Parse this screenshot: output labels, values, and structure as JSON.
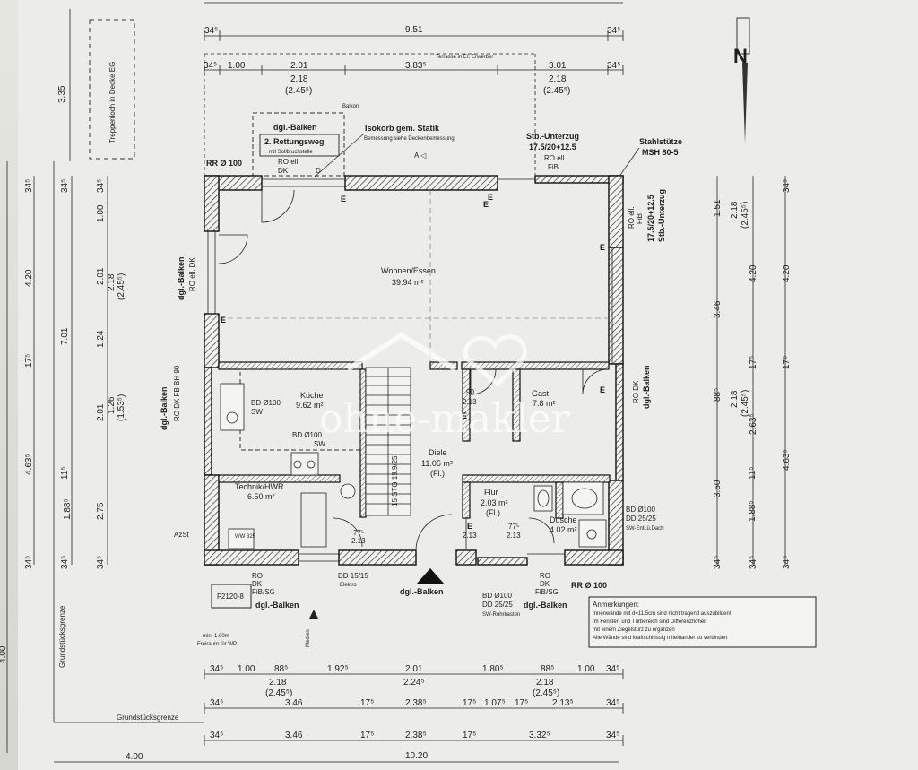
{
  "watermark": "ohne-makler",
  "north": {
    "label": "N"
  },
  "top_dims": {
    "overall": {
      "left": "34⁵",
      "mid": "9.51",
      "right": "34⁵"
    },
    "row2": [
      "34⁵",
      "1.00",
      "2.01",
      "3.83⁵",
      "3.01",
      "34⁵"
    ],
    "openings": [
      {
        "w": "2.18",
        "h": "(2.45⁵)"
      },
      {
        "w": "2.18",
        "h": "(2.45⁵)"
      }
    ],
    "terrace": "Terrasse in EI. Erwerber"
  },
  "rooms": {
    "wohnen": {
      "name": "Wohnen/Essen",
      "area": "39.94 m²"
    },
    "kueche": {
      "name": "Küche",
      "area": "9.62 m²"
    },
    "gast": {
      "name": "Gast",
      "area": "7.8 m²"
    },
    "diele": {
      "name": "Diele",
      "area": "11.05 m²",
      "fl": "(Fl.)"
    },
    "technik": {
      "name": "Technik/HWR",
      "area": "6.50 m²"
    },
    "flur": {
      "name": "Flur",
      "area": "2.03 m²",
      "fl": "(Fl.)"
    },
    "dusche": {
      "name": "Dusche",
      "area": "4.02 m²"
    }
  },
  "labels": {
    "balkon_box": {
      "title": "dgl.-Balken",
      "sub": "2. Rettungsweg",
      "note": "mit Sollbruchstelle",
      "roet": "RO ell.",
      "dk": "DK",
      "d": "D",
      "balkon": "Balkon"
    },
    "isokorb": {
      "title": "Isokorb gem. Statik",
      "sub": "Bemessung siehe Deckenbemessung"
    },
    "unterzug_top": {
      "title": "Stb.-Unterzug",
      "size": "17.5/20+12.5",
      "ro": "RO ell.",
      "fb": "FiB"
    },
    "stahl": {
      "title": "Stahlstütze",
      "size": "MSH 80-5"
    },
    "unterzug_right": {
      "title": "Stb.-Unterzug",
      "size": "17.5/20+12.5",
      "ro": "RO ell.",
      "fb": "FiB"
    },
    "rr_top": "RR Ø 100",
    "rr_bottom": "RR Ø 100",
    "left_balken1": "dgl.-Balken",
    "left_balken1_sub": "RO ell. DK",
    "left_balken2": "dgl.-Balken",
    "left_balken2_sub": "RO DK FB BH 90",
    "right_balken": "dgl.-Balken",
    "right_balken_sub": "RO DK",
    "bd_kueche1": "BD Ø100",
    "bd_kueche1_sw": "SW",
    "bd_kueche2": "BD Ø100",
    "bd_kueche2_sw": "SW",
    "bd_right": "BD Ø100",
    "dd_right": "DD 25/25",
    "sw_right": "SW-Entl.ü.Dach",
    "bd_bottom": "BD Ø100",
    "dd_bottom": "DD 25/25",
    "sw_bottom": "SW-Rohrkasten",
    "dd15": "DD 15/15",
    "elektro": "Elektro",
    "ro_bottom1": "RO",
    "dk_bottom1": "DK",
    "fibsg1": "FiB/SG",
    "ro_bottom2": "RO",
    "dk_bottom2": "DK",
    "fibsg2": "FiB/SG",
    "dgl_balken_bottom1": "dgl.-Balken",
    "dgl_balken_bottom2": "dgl.-Balken",
    "dgl_balken_bottom3": "dgl.-Balken",
    "f2120": "F2120-8",
    "azst": "AzSt",
    "wp_note": "min. 1.00m",
    "wp_note2": "Freiraum für WP",
    "medien": "Medien",
    "stairs": "15 STG 19.9/25",
    "treppenloch": "Treppenloch in Decke EG",
    "ww": "WW 325",
    "door_90": "90",
    "door_213": "2.13",
    "door_77a": "77⁵",
    "door_77a_h": "2.13",
    "door_77b": "77⁵",
    "door_77b_h": "2.13",
    "door_bottom_h": "2.13"
  },
  "notes": {
    "title": "Anmerkungen:",
    "lines": [
      "Innenwände mit d=11,5cm sind nicht tragend auszubilden!",
      "Im Fenster- und Türbereich sind Differenzhöhen",
      "mit einem Ziegelsturz zu ergänzen",
      "Alle Wände sind kraftschlüssig miteinander zu verbinden"
    ]
  },
  "left_dims": {
    "outer": [
      "3.35",
      "4.20",
      "7.01",
      "4.63⁵",
      "4.00"
    ],
    "inner": [
      "34⁵",
      "1.00",
      "2.01",
      "1.24",
      "2.01",
      "1.88⁵",
      "2.75",
      "34⁵",
      "17⁵",
      "11⁵"
    ],
    "win": [
      "2.18",
      "(2.45⁵)",
      "1.26",
      "(1.53⁵)"
    ]
  },
  "right_dims": {
    "a": [
      "1.51",
      "3.46",
      "88⁵",
      "3.50",
      "1.88⁵",
      "34⁵",
      "11⁵"
    ],
    "b": [
      "2.18",
      "(2.45⁵)",
      "4.20",
      "2.18",
      "(2.45⁵)",
      "2.63⁵",
      "34⁵",
      "17⁵"
    ],
    "c": [
      "34⁵",
      "4.20",
      "17⁵",
      "4.63⁵",
      "34⁵"
    ]
  },
  "bottom_dims": {
    "row1": [
      "34⁵",
      "1.00",
      "88⁵",
      "1.92⁵",
      "2.01",
      "1.80⁵",
      "88⁵",
      "1.00",
      "34⁵"
    ],
    "row1_h": [
      {
        "w": "2.18",
        "h": "(2.45⁵)"
      },
      {
        "w": "2.24⁵",
        "h": ""
      },
      {
        "w": "2.18",
        "h": "(2.45⁵)"
      }
    ],
    "row2": [
      "34⁵",
      "3.46",
      "17⁵",
      "2.38⁵",
      "17⁵",
      "1.07⁵",
      "17⁵",
      "2.13⁵",
      "34⁵"
    ],
    "row3": [
      "34⁵",
      "3.46",
      "17⁵",
      "2.38⁵",
      "17⁵",
      "3.32⁵",
      "34⁵"
    ],
    "grund": "Grundstücksgrenze",
    "grund_left": "Grundstücksgrenze",
    "overall_left": "4.00",
    "overall": "10.20"
  }
}
